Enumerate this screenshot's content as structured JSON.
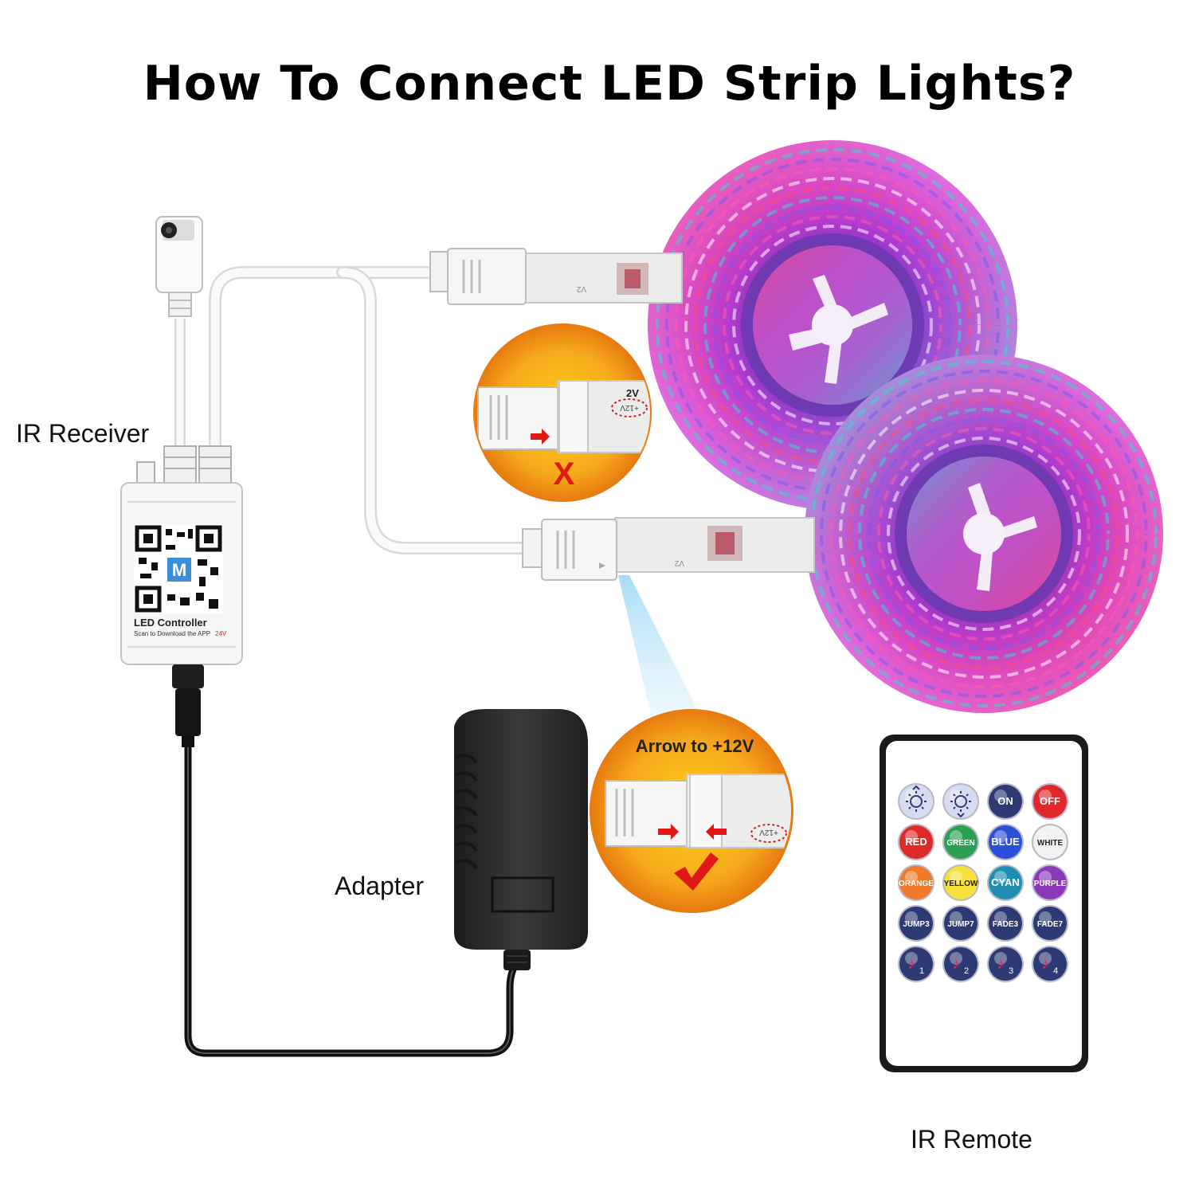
{
  "title": "How To Connect LED Strip Lights?",
  "labels": {
    "ir_receiver": "IR Receiver",
    "adapter": "Adapter",
    "ir_remote": "IR Remote"
  },
  "controller": {
    "name": "LED Controller",
    "scan_text": "Scan to Download the APP",
    "voltage": "24V",
    "logo_letter": "M"
  },
  "callouts": {
    "wrong_marker": "X",
    "wrong_strip_label": "2V",
    "wrong_strip_voltage": "+12V",
    "right_title": "Arrow to +12V",
    "right_strip_voltage": "+12V"
  },
  "strip_marking": "V2",
  "remote": {
    "rows": [
      [
        {
          "label": "",
          "icon": "brightness-up-icon",
          "color": "#d8dcf0"
        },
        {
          "label": "",
          "icon": "brightness-down-icon",
          "color": "#d8dcf0"
        },
        {
          "label": "ON",
          "color": "#2e3a73"
        },
        {
          "label": "OFF",
          "color": "#e0282c"
        }
      ],
      [
        {
          "label": "RED",
          "color": "#e02a2a"
        },
        {
          "label": "GREEN",
          "color": "#2aa052"
        },
        {
          "label": "BLUE",
          "color": "#2b4fd6"
        },
        {
          "label": "WHITE",
          "color": "#f2f2f2"
        }
      ],
      [
        {
          "label": "ORANGE",
          "color": "#f07a2a"
        },
        {
          "label": "YELLOW",
          "color": "#f6e13a"
        },
        {
          "label": "CYAN",
          "color": "#1e8fb0"
        },
        {
          "label": "PURPLE",
          "color": "#8a3ab8"
        }
      ],
      [
        {
          "label": "JUMP3",
          "color": "#2e3a73"
        },
        {
          "label": "JUMP7",
          "color": "#2e3a73"
        },
        {
          "label": "FADE3",
          "color": "#2e3a73"
        },
        {
          "label": "FADE7",
          "color": "#2e3a73"
        }
      ],
      [
        {
          "label": "1",
          "icon": "music-note-icon",
          "color": "#2e3a73"
        },
        {
          "label": "2",
          "icon": "music-note-icon",
          "color": "#2e3a73"
        },
        {
          "label": "3",
          "icon": "music-note-icon",
          "color": "#2e3a73"
        },
        {
          "label": "4",
          "icon": "music-note-icon",
          "color": "#2e3a73"
        }
      ]
    ]
  },
  "colors": {
    "wire_white": "#f4f4f4",
    "wire_black": "#111111",
    "adapter_body": "#2a2a2a",
    "callout_orange": "#f29a1c",
    "callout_yellow": "#ffd21a",
    "wrong_mark": "#e01818",
    "check_mark": "#e01818",
    "reel_pink": "#e04ad0",
    "reel_blue": "#4a6af0",
    "reel_cyan": "#2ed8c8"
  }
}
